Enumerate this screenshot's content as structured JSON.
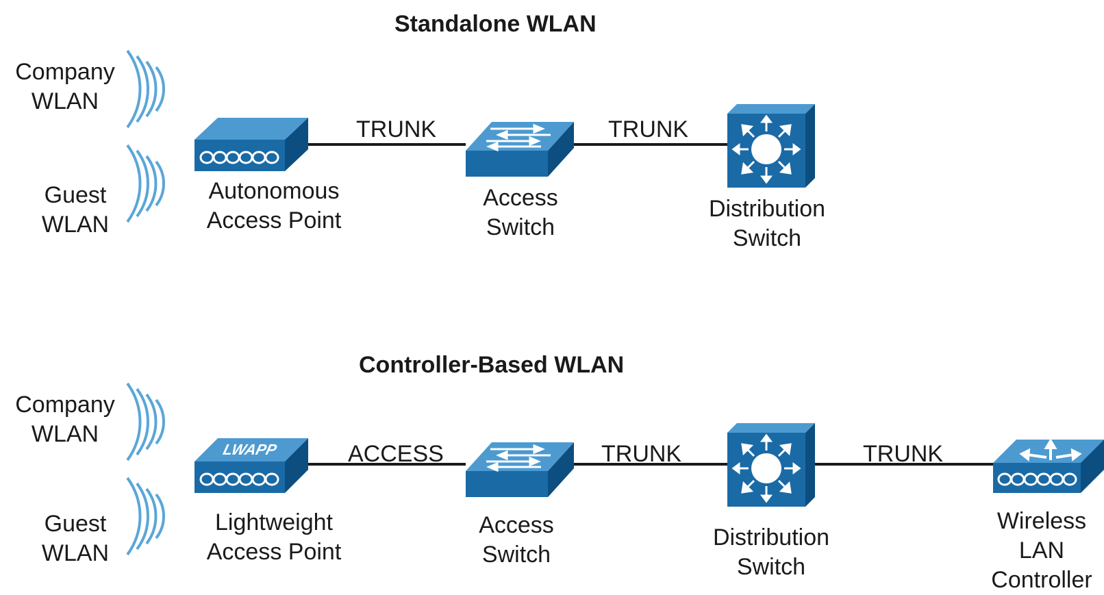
{
  "colors": {
    "device_blue": "#1a6aa6",
    "device_dark": "#0d4e80",
    "device_light": "#4d9ad0",
    "wave": "#5aa6d8",
    "line": "#1a1a1a"
  },
  "top": {
    "title": "Standalone WLAN",
    "company_wlan": [
      "Company",
      "WLAN"
    ],
    "guest_wlan": [
      "Guest",
      "WLAN"
    ],
    "ap": {
      "icon": "autonomous-ap-icon",
      "label": [
        "Autonomous",
        "Access Point"
      ]
    },
    "link1": "TRUNK",
    "access_switch": {
      "icon": "access-switch-icon",
      "label": [
        "Access",
        "Switch"
      ]
    },
    "link2": "TRUNK",
    "distribution_switch": {
      "icon": "distribution-switch-icon",
      "label": [
        "Distribution",
        "Switch"
      ]
    }
  },
  "bottom": {
    "title": "Controller-Based WLAN",
    "company_wlan": [
      "Company",
      "WLAN"
    ],
    "guest_wlan": [
      "Guest",
      "WLAN"
    ],
    "ap": {
      "icon": "lightweight-ap-icon",
      "badge": "LWAPP",
      "label": [
        "Lightweight",
        "Access Point"
      ]
    },
    "link1": "ACCESS",
    "access_switch": {
      "icon": "access-switch-icon",
      "label": [
        "Access",
        "Switch"
      ]
    },
    "link2": "TRUNK",
    "distribution_switch": {
      "icon": "distribution-switch-icon",
      "label": [
        "Distribution",
        "Switch"
      ]
    },
    "link3": "TRUNK",
    "controller": {
      "icon": "wireless-lan-controller-icon",
      "label": [
        "Wireless",
        "LAN",
        "Controller"
      ]
    }
  }
}
